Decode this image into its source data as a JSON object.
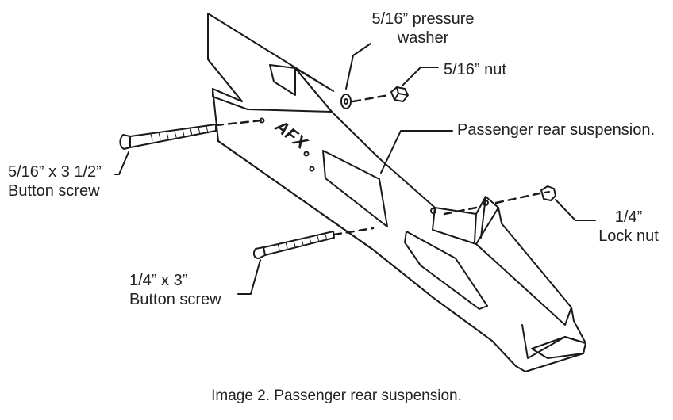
{
  "labels": {
    "pressure_washer_line1": "5/16” pressure",
    "pressure_washer_line2": "washer",
    "nut": "5/16” nut",
    "passenger_rear_suspension": "Passenger rear suspension.",
    "button_screw_516_line1": "5/16” x 3 1/2”",
    "button_screw_516_line2": "Button screw",
    "lock_nut_line1": "1/4”",
    "lock_nut_line2": "Lock nut",
    "button_screw_14_line1": "1/4” x 3”",
    "button_screw_14_line2": "Button screw"
  },
  "logo_text": "AFX",
  "caption": "Image 2. Passenger rear suspension."
}
